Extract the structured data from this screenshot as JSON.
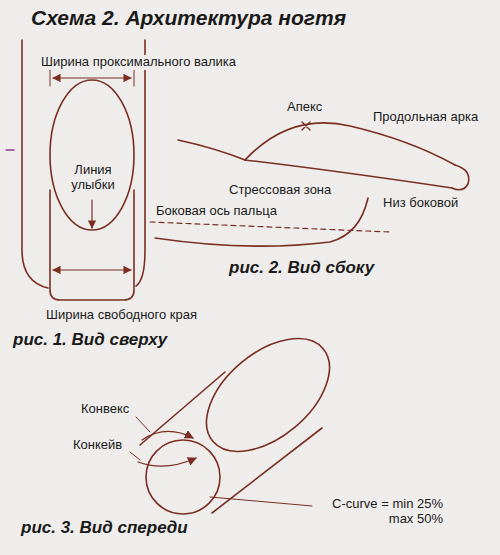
{
  "diagram": {
    "title": "Схема 2. Архитектура ногтя",
    "labels": [
      "Ширина проксимального валика",
      "Линия улыбки",
      "Ширина свободного края",
      "рис. 1. Вид сверху",
      "Апекс",
      "Продольная арка",
      "Стрессовая зона",
      "Низ боковой",
      "Боковая ось пальца",
      "рис. 2. Вид сбоку",
      "Конвекс",
      "Конкейв",
      "C-curve = min 25% max 50%",
      "рис. 3. Вид спереди"
    ]
  }
}
